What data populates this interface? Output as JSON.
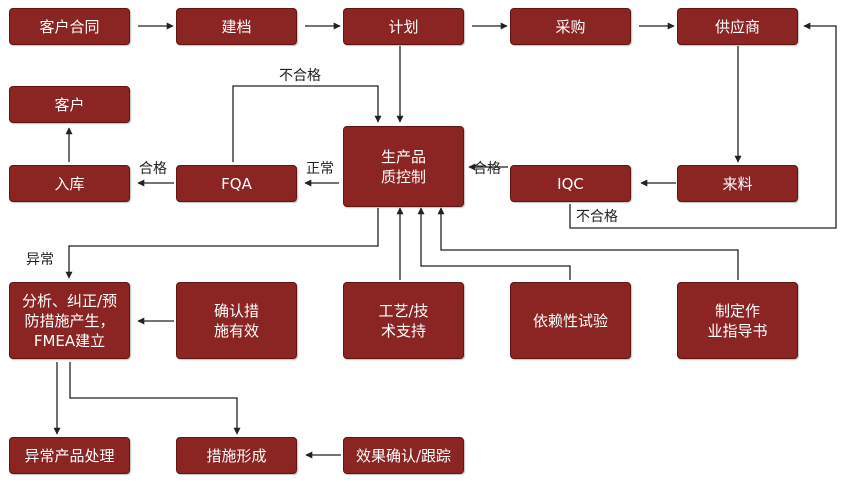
{
  "colors": {
    "node_fill": "#8a2523",
    "node_border": "#5e1614",
    "connector": "#222222"
  },
  "nodes": {
    "customer_contract": "客户合同",
    "filing": "建档",
    "plan": "计划",
    "purchase": "采购",
    "supplier": "供应商",
    "customer": "客户",
    "production_quality": "生产品\n质控制",
    "warehousing": "入库",
    "fqa": "FQA",
    "iqc": "IQC",
    "incoming": "来料",
    "analysis": "分析、纠正/预\n防措施产生，\nFMEA建立",
    "confirm_measures": "确认措\n施有效",
    "process_support": "工艺/技\n术支持",
    "reliability_test": "依赖性试验",
    "instruction": "制定作\n业指导书",
    "abnormal_handling": "异常产品处理",
    "measures_formed": "措施形成",
    "effect_tracking": "效果确认/跟踪"
  },
  "labels": {
    "fail_top": "不合格",
    "pass_left": "合格",
    "normal": "正常",
    "pass_right": "合格",
    "fail_bottom": "不合格",
    "abnormal": "异常"
  }
}
